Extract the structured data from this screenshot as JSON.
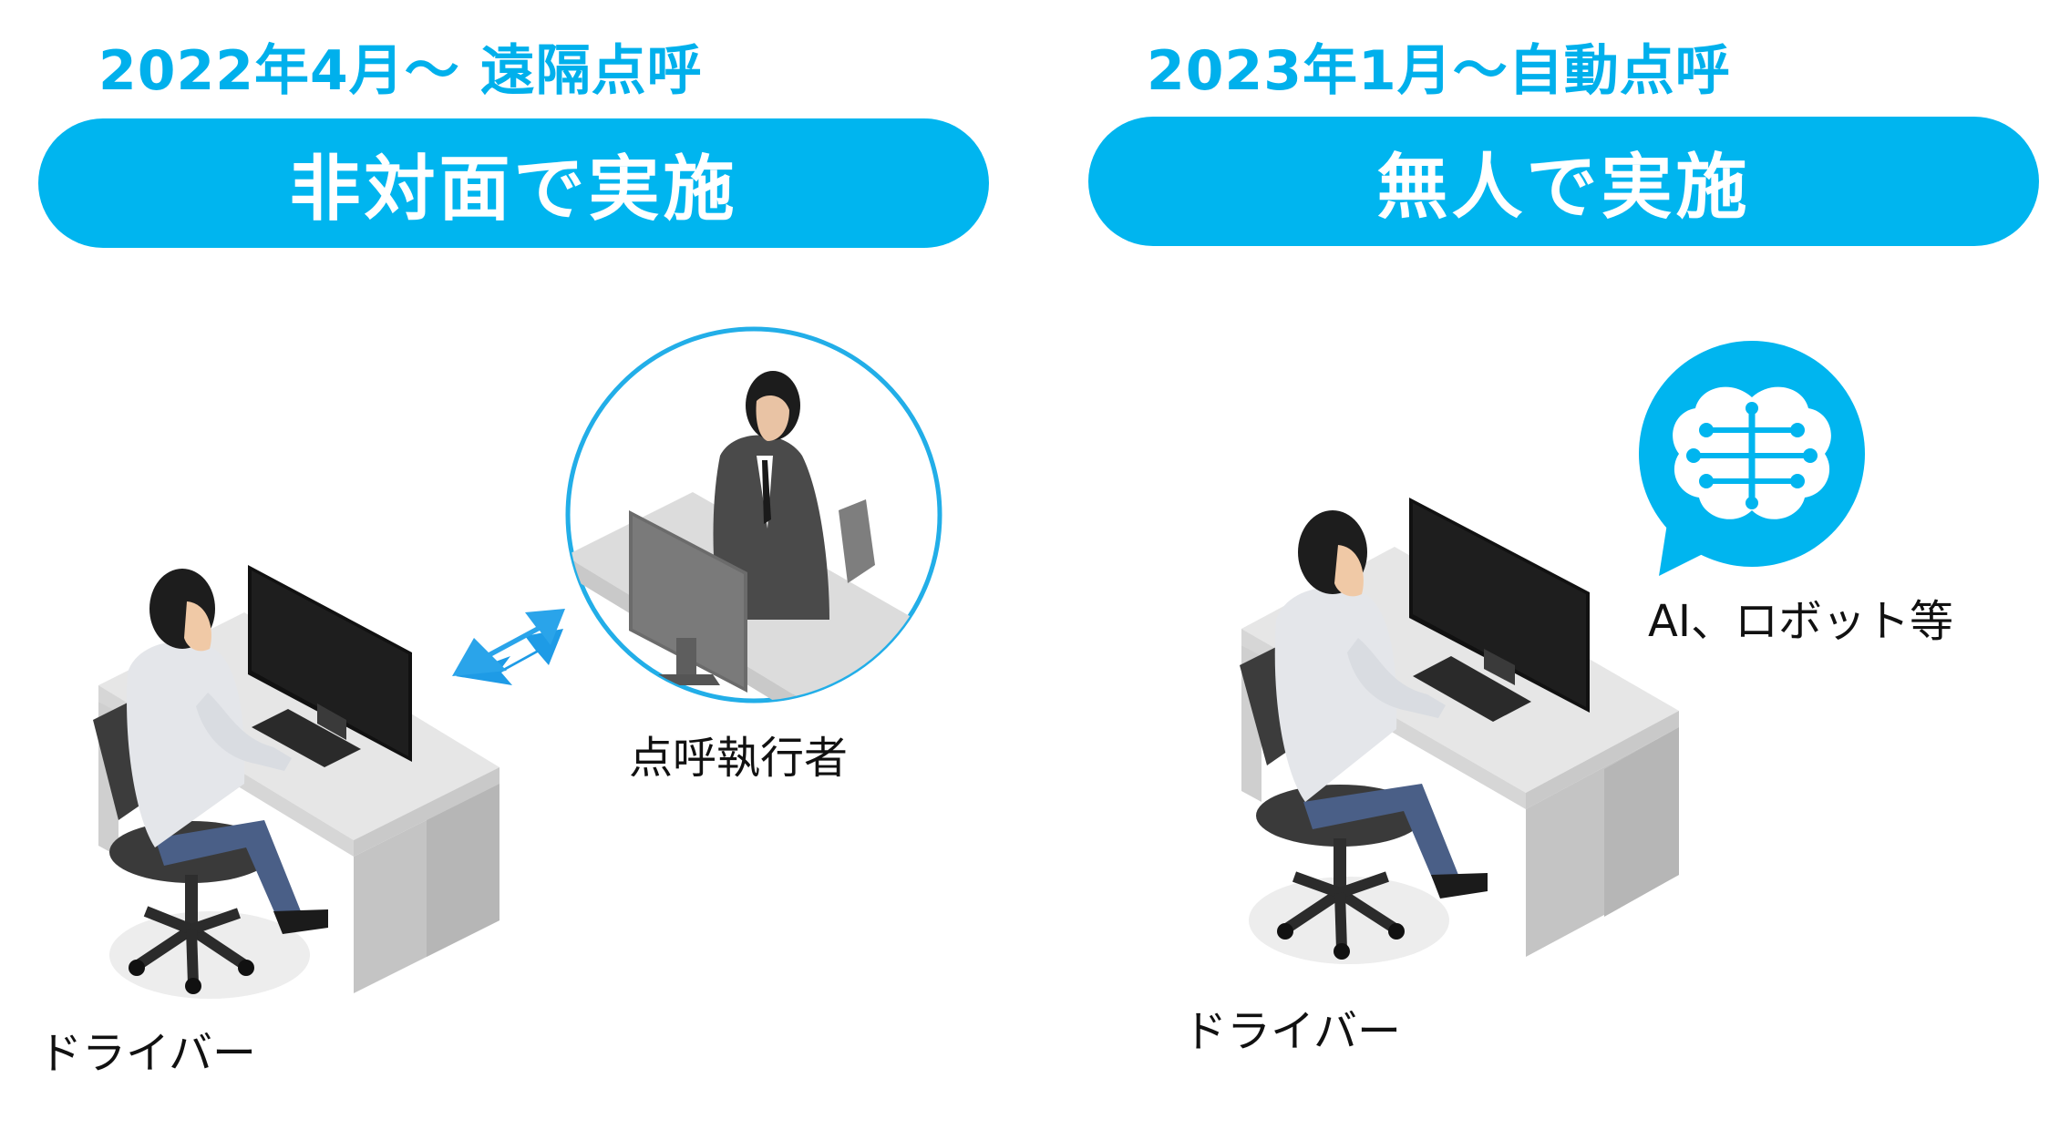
{
  "left": {
    "subtitle": "2022年4月〜 遠隔点呼",
    "banner": "非対面で実施",
    "driver_label": "ドライバー",
    "operator_label": "点呼執行者"
  },
  "right": {
    "subtitle": "2023年1月〜自動点呼",
    "banner": "無人で実施",
    "driver_label": "ドライバー",
    "ai_label": "AI、ロボット等"
  },
  "colors": {
    "accent": "#00B5EF",
    "desk_top": "#E6E6E6",
    "desk_side": "#C8C8C8",
    "monitor": "#1A1A1A",
    "shirt": "#E4E6EA",
    "pants": "#4A5F87",
    "chair": "#3A3A3A"
  }
}
